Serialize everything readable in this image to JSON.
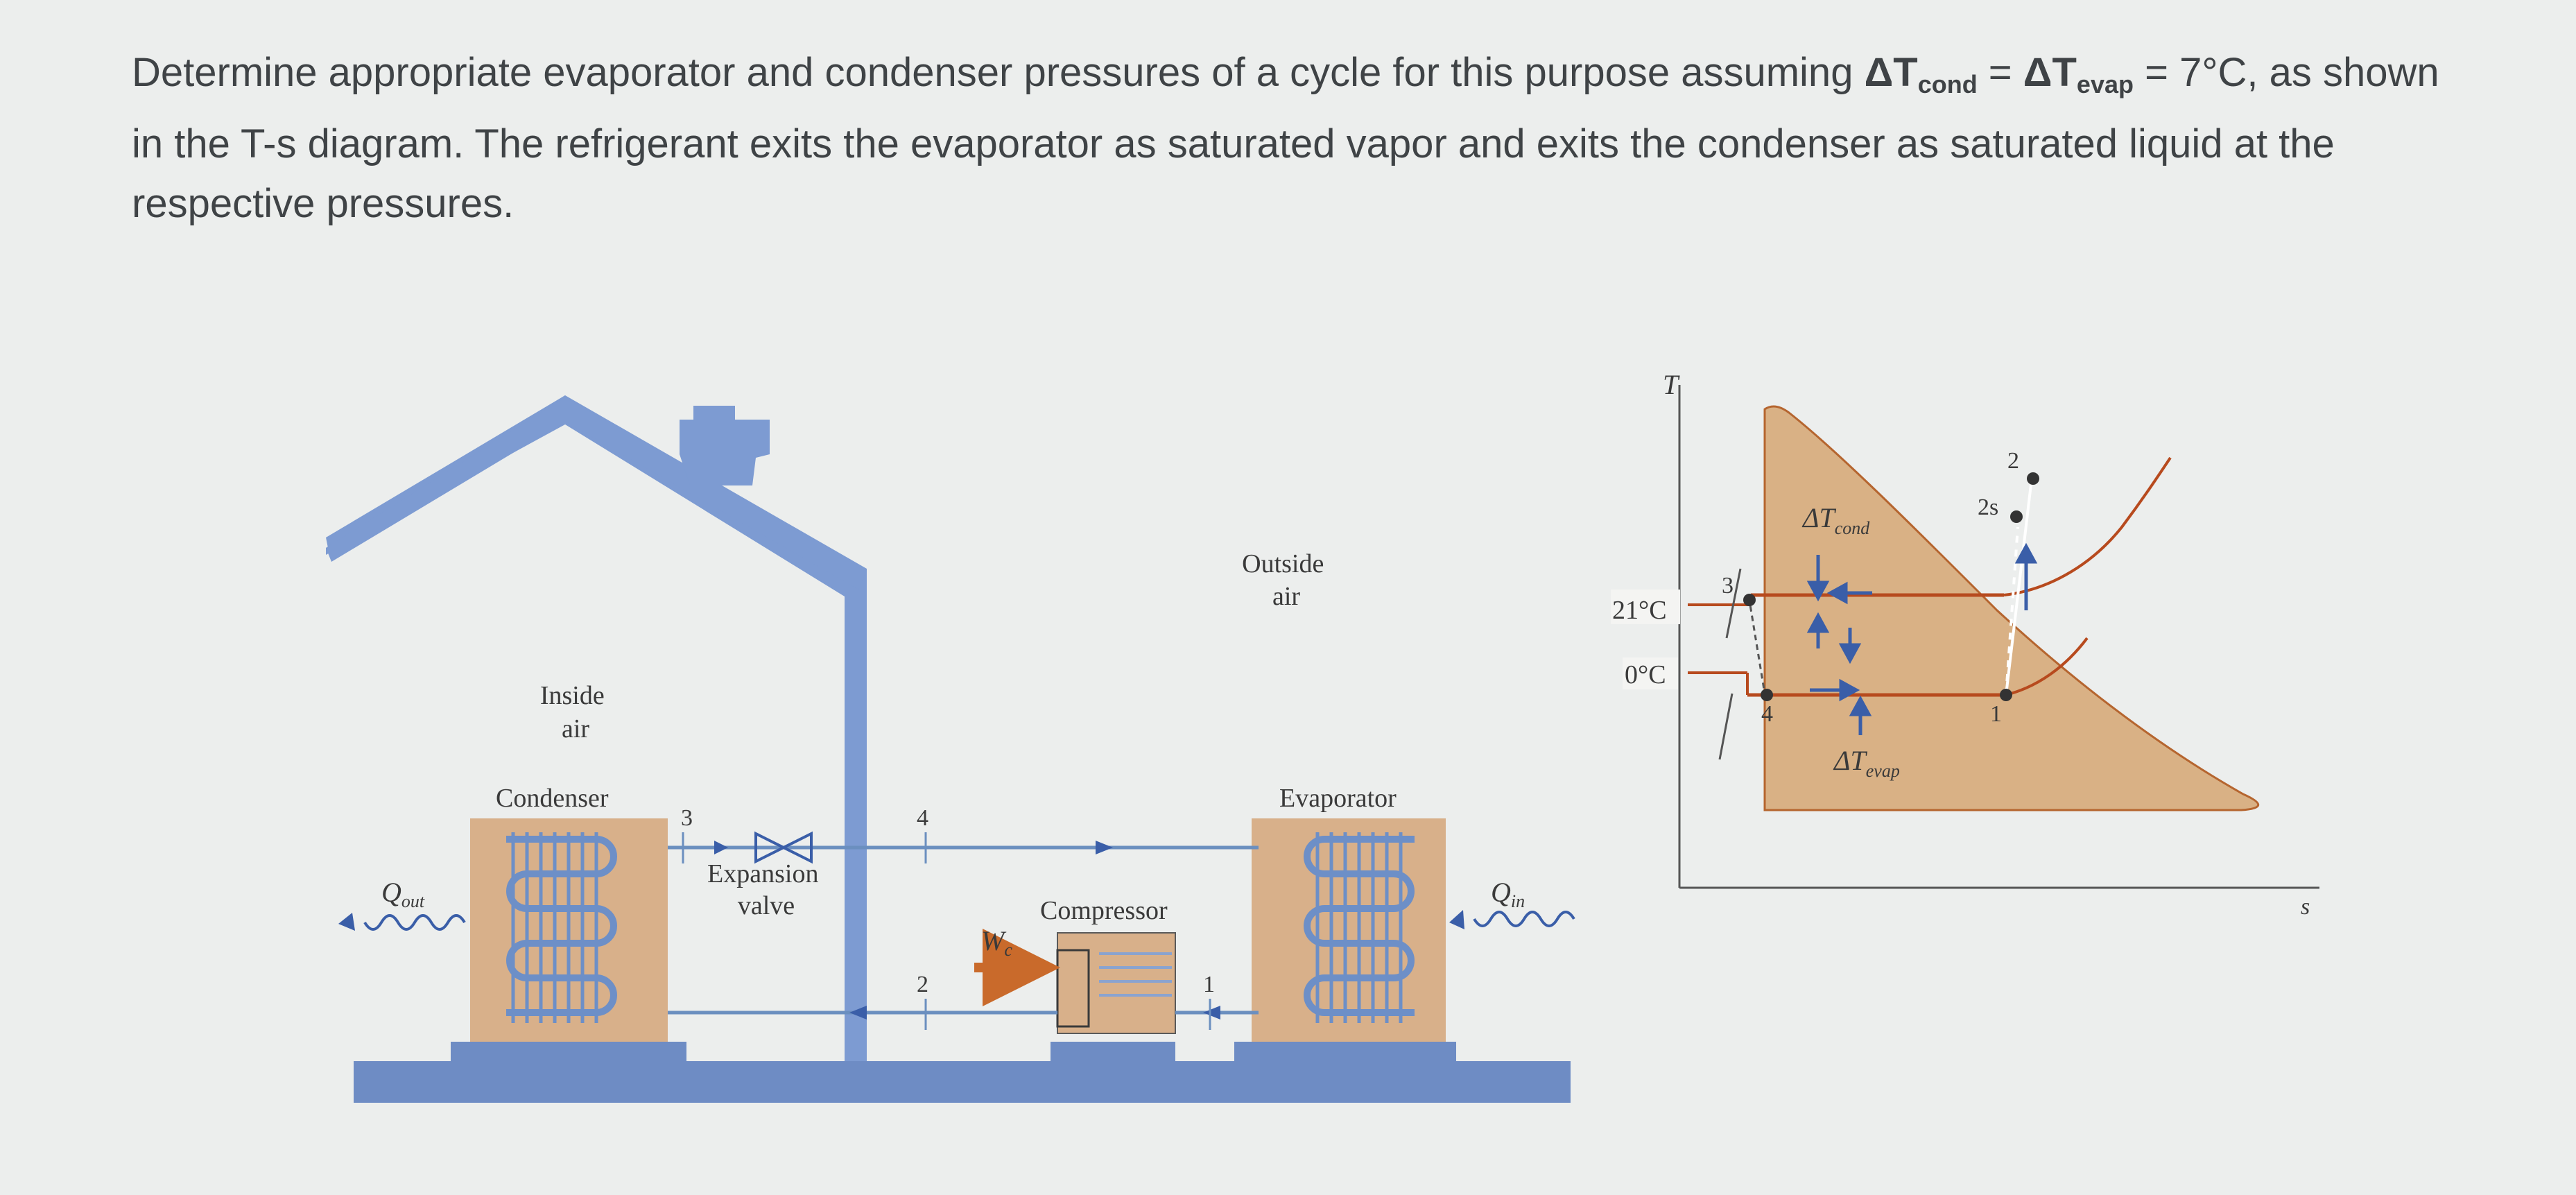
{
  "question": {
    "line1_a": "Determine appropriate evaporator and condenser pressures of a cycle for this purpose assuming ",
    "delta_t": "ΔT",
    "cond_sub": "cond",
    "eq1": " = ",
    "evap_sub": "evap",
    "eq2": " = 7°C, as shown",
    "line2": "in the T-s diagram. The refrigerant exits the evaporator as saturated vapor and exits the condenser as saturated liquid at the",
    "line3": "respective pressures."
  },
  "house_diagram": {
    "inside_air": [
      "Inside",
      "air"
    ],
    "outside_air": [
      "Outside",
      "air"
    ],
    "condenser": "Condenser",
    "evaporator": "Evaporator",
    "expansion_valve": [
      "Expansion",
      "valve"
    ],
    "compressor": "Compressor",
    "q_out": "Q",
    "q_out_sub": "out",
    "q_in": "Q",
    "q_in_sub": "in",
    "w_c": "W",
    "w_c_sub": "c",
    "state_3": "3",
    "state_4": "4",
    "state_2": "2",
    "state_1": "1"
  },
  "ts_diagram": {
    "y_axis": "T",
    "x_axis": "s",
    "temp_high": "21°C",
    "temp_low": "0°C",
    "delta_t_cond": "ΔT",
    "delta_t_cond_sub": "cond",
    "delta_t_evap": "ΔT",
    "delta_t_evap_sub": "evap",
    "pt_1": "1",
    "pt_2": "2",
    "pt_2s": "2s",
    "pt_3": "3",
    "pt_4": "4"
  },
  "colors": {
    "dome_fill": "#d9b185",
    "dome_edge": "#b5652f",
    "isotherm": "#b74a1e",
    "pipe": "#6b8fbf",
    "house": "#7d9bd2",
    "ground": "#6e8cc4",
    "coil_box": "#d8b08a",
    "coil": "#6d8fc7",
    "arrow_work": "#c96a2b"
  }
}
